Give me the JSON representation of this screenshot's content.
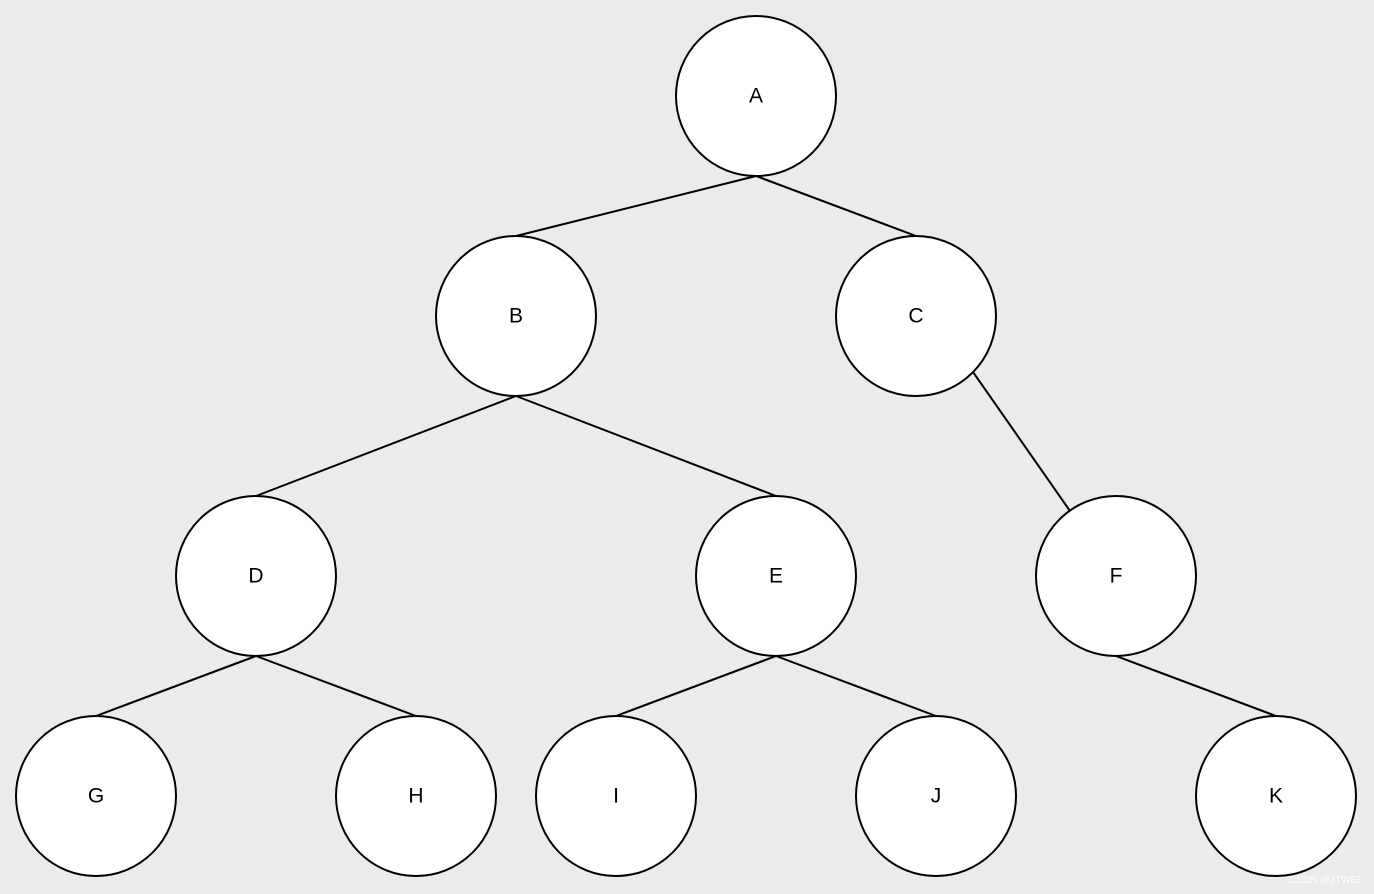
{
  "colors": {
    "background": "#ebebeb",
    "node_fill": "#ffffff",
    "stroke": "#000000"
  },
  "tree": {
    "nodes": [
      {
        "id": "A",
        "label": "A"
      },
      {
        "id": "B",
        "label": "B"
      },
      {
        "id": "C",
        "label": "C"
      },
      {
        "id": "D",
        "label": "D"
      },
      {
        "id": "E",
        "label": "E"
      },
      {
        "id": "F",
        "label": "F"
      },
      {
        "id": "G",
        "label": "G"
      },
      {
        "id": "H",
        "label": "H"
      },
      {
        "id": "I",
        "label": "I"
      },
      {
        "id": "J",
        "label": "J"
      },
      {
        "id": "K",
        "label": "K"
      }
    ],
    "edges": [
      {
        "from": "A",
        "to": "B"
      },
      {
        "from": "A",
        "to": "C"
      },
      {
        "from": "B",
        "to": "D"
      },
      {
        "from": "B",
        "to": "E"
      },
      {
        "from": "C",
        "to": "F"
      },
      {
        "from": "D",
        "to": "G"
      },
      {
        "from": "D",
        "to": "H"
      },
      {
        "from": "E",
        "to": "I"
      },
      {
        "from": "E",
        "to": "J"
      },
      {
        "from": "F",
        "to": "K"
      }
    ]
  },
  "watermark": "CSDN @JTWEI"
}
